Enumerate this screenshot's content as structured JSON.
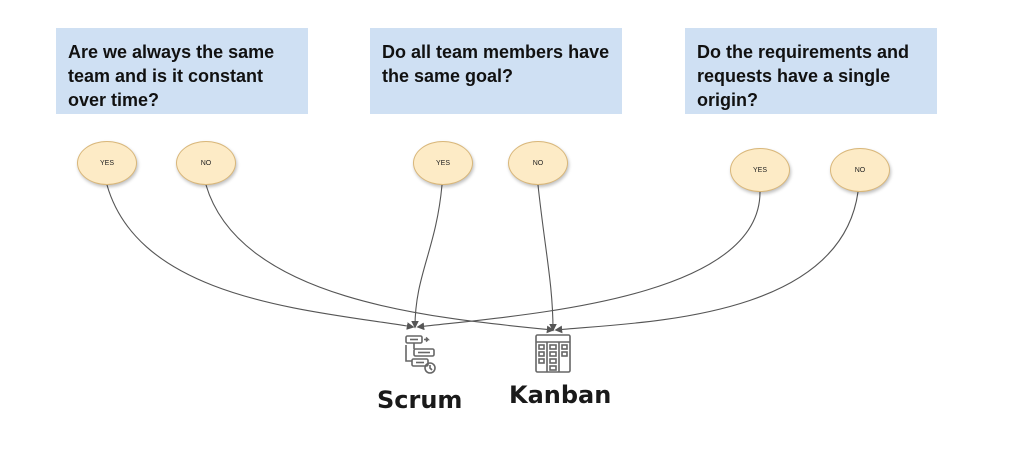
{
  "questions": [
    {
      "text": "Are we always the same team and is it constant over time?",
      "yes": "YES",
      "no": "NO"
    },
    {
      "text": "Do all team members have the same goal?",
      "yes": "YES",
      "no": "NO"
    },
    {
      "text": "Do the requirements and requests have a single origin?",
      "yes": "YES",
      "no": "NO"
    }
  ],
  "methods": {
    "scrum": "Scrum",
    "kanban": "Kanban"
  },
  "connections": [
    {
      "from": "question-1-yes",
      "to": "scrum"
    },
    {
      "from": "question-1-no",
      "to": "kanban"
    },
    {
      "from": "question-2-yes",
      "to": "scrum"
    },
    {
      "from": "question-2-no",
      "to": "kanban"
    },
    {
      "from": "question-3-yes",
      "to": "scrum"
    },
    {
      "from": "question-3-no",
      "to": "kanban"
    }
  ],
  "colors": {
    "question_box": "#cfe0f3",
    "answer_fill": "#fdebc6",
    "answer_border": "#d9b77a",
    "connector": "#555555",
    "icon": "#666666"
  },
  "icons": {
    "scrum": "scrum-process-icon",
    "kanban": "kanban-board-icon"
  }
}
